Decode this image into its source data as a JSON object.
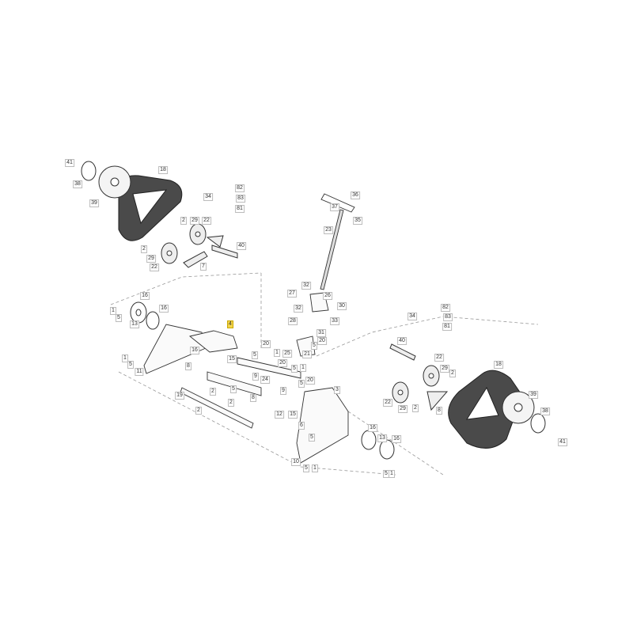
{
  "diagram": {
    "highlight_color": "#f3d44a",
    "belt_color": "#4a4a4a",
    "line_color": "#555555",
    "highlighted_part": "4",
    "callouts": [
      "41",
      "38",
      "39",
      "18",
      "34",
      "82",
      "83",
      "81",
      "2",
      "29",
      "22",
      "2",
      "29",
      "22",
      "7",
      "40",
      "16",
      "16",
      "1",
      "5",
      "13",
      "4",
      "16",
      "1",
      "5",
      "11",
      "8",
      "15",
      "20",
      "5",
      "1",
      "20",
      "5",
      "1",
      "20",
      "5",
      "9",
      "24",
      "9",
      "5",
      "19",
      "2",
      "2",
      "2",
      "8",
      "12",
      "15",
      "5",
      "10",
      "5",
      "1",
      "36",
      "37",
      "35",
      "23",
      "32",
      "27",
      "26",
      "30",
      "32",
      "28",
      "33",
      "31",
      "20",
      "5",
      "21",
      "25",
      "3",
      "6",
      "16",
      "13",
      "16",
      "5",
      "1",
      "82",
      "83",
      "81",
      "34",
      "40",
      "22",
      "29",
      "2",
      "22",
      "29",
      "2",
      "8",
      "18",
      "39",
      "38",
      "41"
    ]
  }
}
